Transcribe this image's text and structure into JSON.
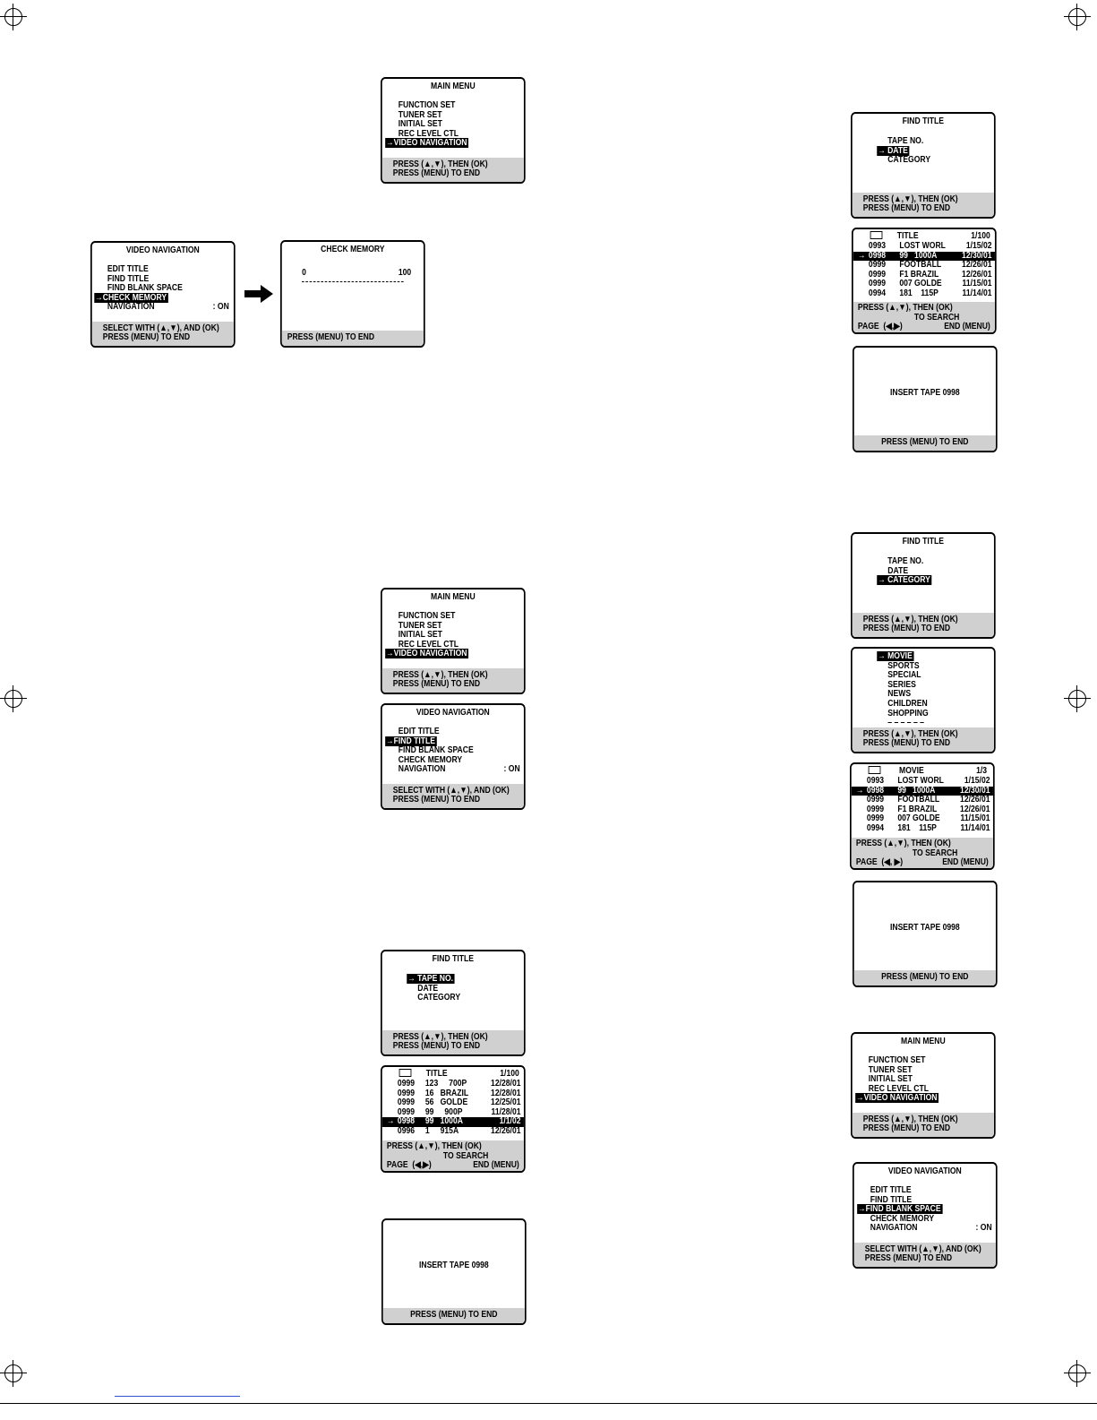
{
  "menus": {
    "main_menu_1": {
      "title": "MAIN MENU",
      "items": [
        "FUNCTION SET",
        "TUNER SET",
        "INITIAL SET",
        "REC LEVEL CTL",
        "→VIDEO NAVIGATION"
      ],
      "footer": [
        "PRESS (▲,▼), THEN (OK)",
        "PRESS (MENU) TO END"
      ]
    },
    "video_nav_1": {
      "title": "VIDEO NAVIGATION",
      "items": [
        "EDIT TITLE",
        "FIND TITLE",
        "FIND BLANK SPACE",
        "→CHECK MEMORY",
        "NAVIGATION"
      ],
      "nav_value": ": ON",
      "footer": [
        "SELECT WITH (▲,▼), AND (OK)",
        "PRESS (MENU) TO END"
      ]
    },
    "check_memory": {
      "title": "CHECK MEMORY",
      "gauge_min": "0",
      "gauge_max": "100",
      "footer": [
        "PRESS (MENU) TO END"
      ]
    },
    "find_title_date": {
      "title": "FIND TITLE",
      "items": [
        "TAPE NO.",
        "→ DATE",
        "CATEGORY"
      ],
      "footer": [
        "PRESS (▲,▼), THEN (OK)",
        "PRESS (MENU) TO END"
      ]
    },
    "list_date": {
      "header": {
        "col": "TITLE",
        "page": "1/100"
      },
      "rows": [
        {
          "tape": "0993",
          "title": "LOST WORL",
          "date": "1/15/02",
          "arrow": ""
        },
        {
          "tape": "0998",
          "title": "99   1000A",
          "date": "12/30/01",
          "arrow": "→"
        },
        {
          "tape": "0999",
          "title": "FOOTBALL",
          "date": "12/26/01",
          "arrow": ""
        },
        {
          "tape": "0999",
          "title": "F1 BRAZIL",
          "date": "12/26/01",
          "arrow": ""
        },
        {
          "tape": "0999",
          "title": "007 GOLDE",
          "date": "11/15/01",
          "arrow": ""
        },
        {
          "tape": "0994",
          "title": "181    115P",
          "date": "11/14/01",
          "arrow": ""
        }
      ],
      "footer": {
        "line1": "PRESS (▲,▼), THEN (OK)",
        "line2": "TO SEARCH",
        "page": "PAGE  (◀,▶)",
        "end": "END (MENU)"
      }
    },
    "insert_tape_1": {
      "message": "INSERT TAPE 0998",
      "footer": [
        "PRESS (MENU) TO END"
      ]
    },
    "find_title_category": {
      "title": "FIND TITLE",
      "items": [
        "TAPE NO.",
        "DATE",
        "→ CATEGORY"
      ],
      "footer": [
        "PRESS (▲,▼), THEN (OK)",
        "PRESS (MENU) TO END"
      ]
    },
    "main_menu_2": {
      "title": "MAIN MENU",
      "items": [
        "FUNCTION SET",
        "TUNER SET",
        "INITIAL SET",
        "REC LEVEL CTL",
        "→VIDEO NAVIGATION"
      ],
      "footer": [
        "PRESS (▲,▼), THEN (OK)",
        "PRESS (MENU) TO END"
      ]
    },
    "category_list": {
      "items": [
        "→ MOVIE",
        "SPORTS",
        "SPECIAL",
        "SERIES",
        "NEWS",
        "CHILDREN",
        "SHOPPING",
        "– – – – – –"
      ],
      "footer": [
        "PRESS (▲,▼), THEN (OK)",
        "PRESS (MENU) TO END"
      ]
    },
    "video_nav_2": {
      "title": "VIDEO NAVIGATION",
      "items": [
        "EDIT TITLE",
        "→FIND TITLE",
        "FIND BLANK SPACE",
        "CHECK MEMORY",
        "NAVIGATION"
      ],
      "nav_value": ": ON",
      "footer": [
        "SELECT WITH (▲,▼), AND (OK)",
        "PRESS (MENU) TO END"
      ]
    },
    "list_movie": {
      "header": {
        "col": "MOVIE",
        "page": "1/3"
      },
      "rows": [
        {
          "tape": "0993",
          "title": "LOST WORL",
          "date": "1/15/02",
          "arrow": ""
        },
        {
          "tape": "0998",
          "title": "99   1000A",
          "date": "12/30/01",
          "arrow": "→"
        },
        {
          "tape": "0999",
          "title": "FOOTBALL",
          "date": "12/26/01",
          "arrow": ""
        },
        {
          "tape": "0999",
          "title": "F1 BRAZIL",
          "date": "12/26/01",
          "arrow": ""
        },
        {
          "tape": "0999",
          "title": "007 GOLDE",
          "date": "11/15/01",
          "arrow": ""
        },
        {
          "tape": "0994",
          "title": "181    115P",
          "date": "11/14/01",
          "arrow": ""
        }
      ],
      "footer": {
        "line1": "PRESS (▲,▼), THEN (OK)",
        "line2": "TO SEARCH",
        "page": "PAGE  (◀, ▶)",
        "end": "END (MENU)"
      }
    },
    "insert_tape_2": {
      "message": "INSERT TAPE 0998",
      "footer": [
        "PRESS (MENU) TO END"
      ]
    },
    "find_title_tape": {
      "title": "FIND TITLE",
      "items": [
        "→ TAPE NO.",
        "DATE",
        "CATEGORY"
      ],
      "footer": [
        "PRESS (▲,▼), THEN (OK)",
        "PRESS (MENU) TO END"
      ]
    },
    "main_menu_3": {
      "title": "MAIN MENU",
      "items": [
        "FUNCTION SET",
        "TUNER SET",
        "INITIAL SET",
        "REC LEVEL CTL",
        "→VIDEO NAVIGATION"
      ],
      "footer": [
        "PRESS (▲,▼), THEN (OK)",
        "PRESS (MENU) TO END"
      ]
    },
    "list_tape": {
      "header": {
        "col": "TITLE",
        "page": "1/100"
      },
      "rows": [
        {
          "tape": "0999",
          "title": "123     700P",
          "date": "12/28/01",
          "arrow": ""
        },
        {
          "tape": "0999",
          "title": "16   BRAZIL",
          "date": "12/28/01",
          "arrow": ""
        },
        {
          "tape": "0999",
          "title": "56   GOLDE",
          "date": "12/25/01",
          "arrow": ""
        },
        {
          "tape": "0999",
          "title": "99     900P",
          "date": "11/28/01",
          "arrow": ""
        },
        {
          "tape": "0998",
          "title": "99   1000A",
          "date": "1/1/02",
          "arrow": "→"
        },
        {
          "tape": "0996",
          "title": "1     915A",
          "date": "12/26/01",
          "arrow": ""
        }
      ],
      "footer": {
        "line1": "PRESS (▲,▼), THEN (OK)",
        "line2": "TO SEARCH",
        "page": "PAGE  (◀,▶)",
        "end": "END (MENU)"
      }
    },
    "video_nav_3": {
      "title": "VIDEO NAVIGATION",
      "items": [
        "EDIT TITLE",
        "FIND TITLE",
        "→FIND BLANK SPACE",
        "CHECK MEMORY",
        "NAVIGATION"
      ],
      "nav_value": ": ON",
      "footer": [
        "SELECT WITH (▲,▼), AND (OK)",
        "PRESS (MENU) TO END"
      ]
    },
    "insert_tape_3": {
      "message": "INSERT TAPE 0998",
      "footer": [
        "PRESS (MENU) TO END"
      ]
    }
  }
}
